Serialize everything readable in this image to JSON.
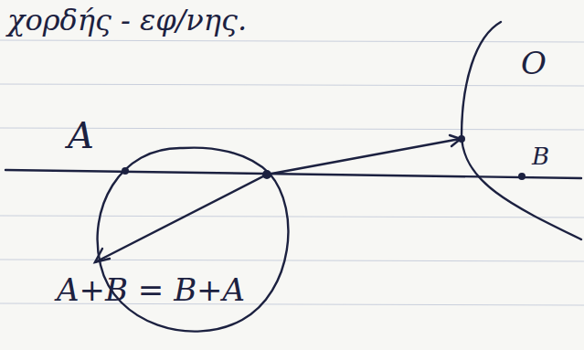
{
  "diagram": {
    "title": "χορδής - εφ/νης.",
    "labels": [
      "A",
      "O",
      "B",
      "A+B = B+A"
    ]
  }
}
